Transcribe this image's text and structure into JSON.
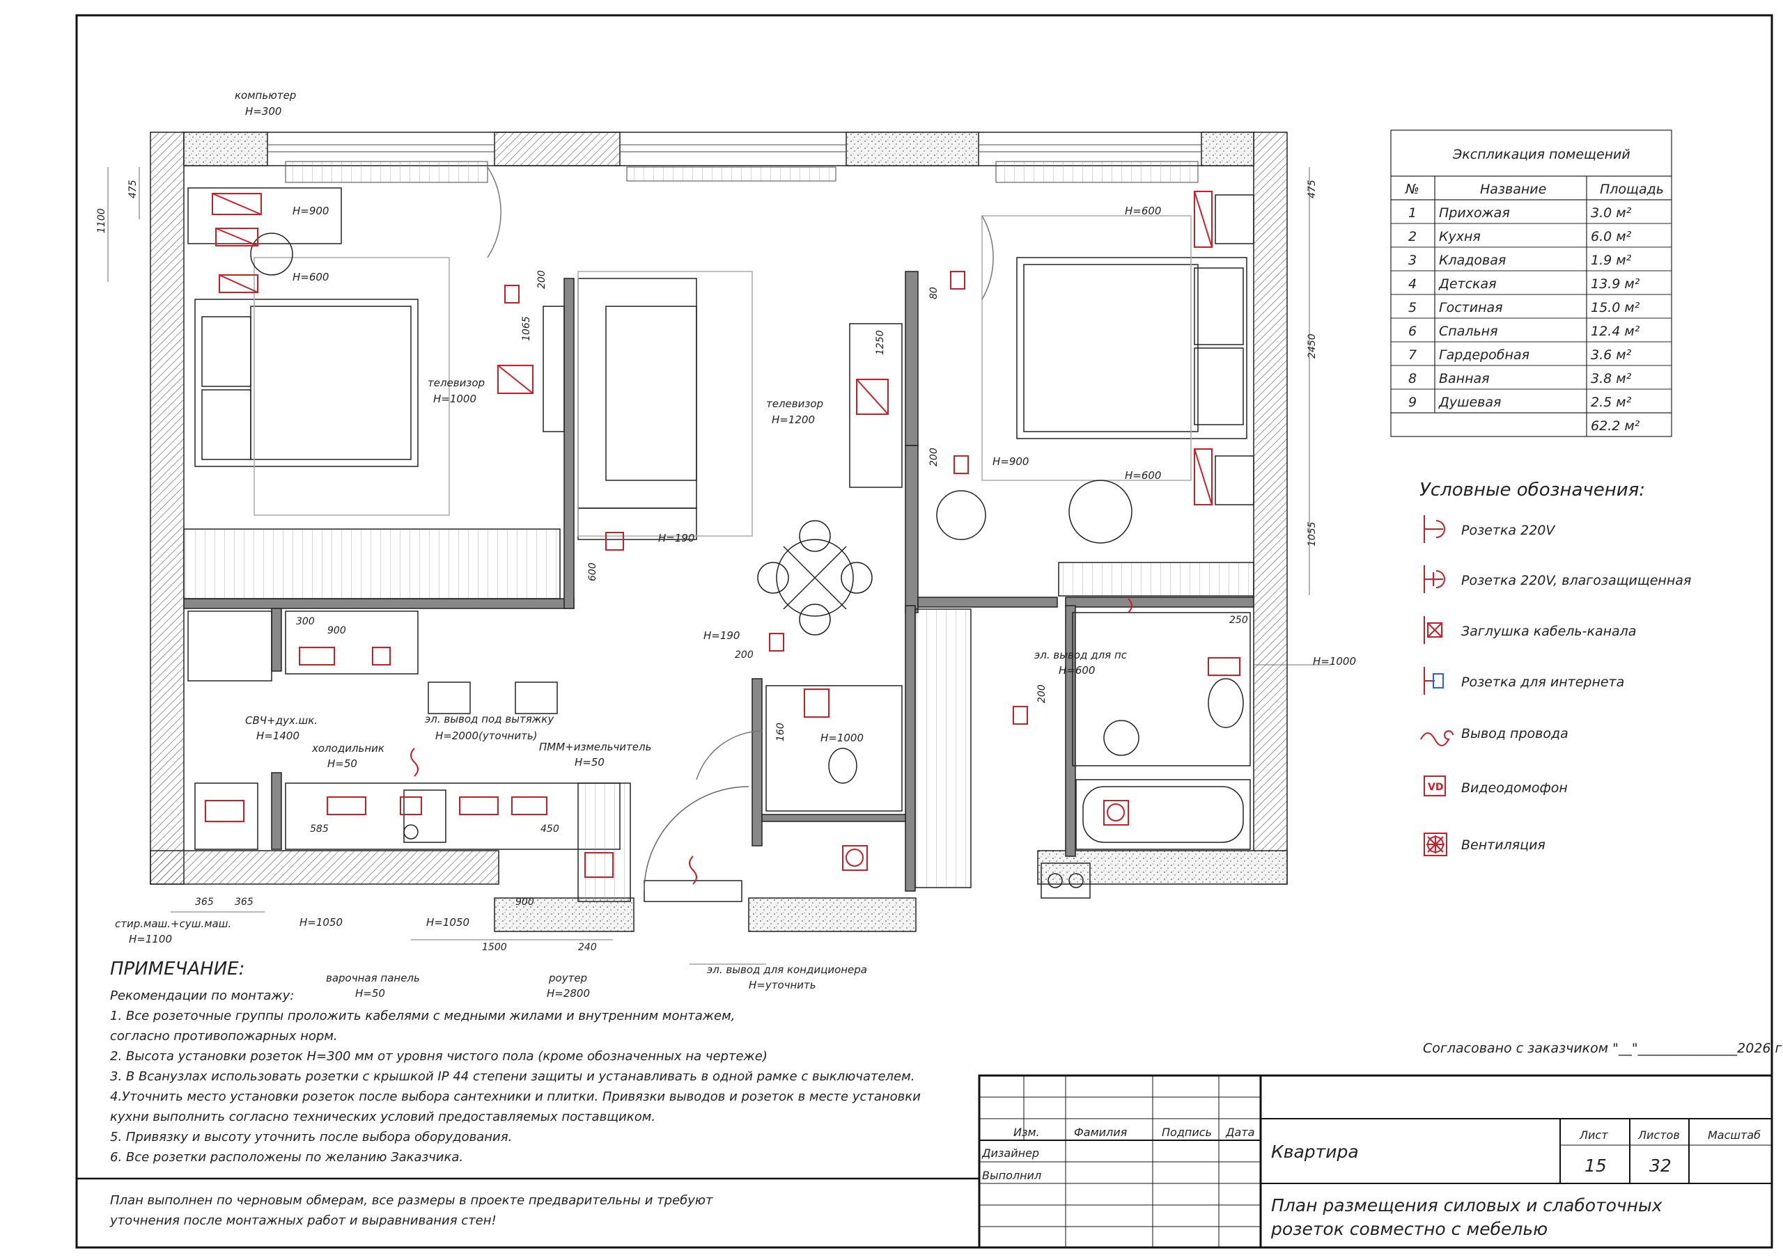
{
  "plan": {
    "labels": {
      "computer": "компьютер",
      "computer_h": "H=300",
      "h900_a": "H=900",
      "h600_a": "H=600",
      "tv1": "телевизор",
      "tv1_h": "H=1000",
      "tv2": "телевизор",
      "tv2_h": "H=1200",
      "h600_b": "H=600",
      "h900_b": "H=900",
      "h600_c": "H=600",
      "h190_a": "H=190",
      "h190_b": "H=190",
      "svch": "СВЧ+дух.шк.",
      "svch_h": "H=1400",
      "fridge": "холодильник",
      "fridge_h": "H=50",
      "hood": "эл. вывод под вытяжку",
      "hood_h": "H=2000(уточнить)",
      "pmm": "ПММ+измельчитель",
      "pmm_h": "H=50",
      "pc_out": "эл. вывод для пс",
      "pc_out_h": "H=600",
      "h1000_a": "H=1000",
      "h1000_b": "H=1000",
      "washer": "стир.маш.+суш.маш.",
      "washer_h": "H=1100",
      "h1050_a": "H=1050",
      "h1050_b": "H=1050",
      "hob": "варочная панель",
      "hob_h": "H=50",
      "router": "роутер",
      "router_h": "H=2800",
      "ac": "эл. вывод для кондиционера",
      "ac_h": "H=уточнить"
    },
    "dims": {
      "d475_l": "475",
      "d1100": "1100",
      "d200_a": "200",
      "d1065": "1065",
      "d600": "600",
      "d300": "300",
      "d900_a": "900",
      "d80": "80",
      "d1250": "1250",
      "d200_b": "200",
      "d200_c": "200",
      "d475_r": "475",
      "d2450": "2450",
      "d1055": "1055",
      "d250": "250",
      "d160": "160",
      "d200_d": "200",
      "d585": "585",
      "d450": "450",
      "d365_a": "365",
      "d365_b": "365",
      "d900_b": "900",
      "d1500": "1500",
      "d240": "240"
    }
  },
  "explication": {
    "title": "Экспликация помещений",
    "headers": [
      "№",
      "Название",
      "Площадь"
    ],
    "rows": [
      [
        "1",
        "Прихожая",
        "3.0 м²"
      ],
      [
        "2",
        "Кухня",
        "6.0 м²"
      ],
      [
        "3",
        "Кладовая",
        "1.9 м²"
      ],
      [
        "4",
        "Детская",
        "13.9 м²"
      ],
      [
        "5",
        "Гостиная",
        "15.0 м²"
      ],
      [
        "6",
        "Спальня",
        "12.4 м²"
      ],
      [
        "7",
        "Гардеробная",
        "3.6 м²"
      ],
      [
        "8",
        "Ванная",
        "3.8 м²"
      ],
      [
        "9",
        "Душевая",
        "2.5 м²"
      ]
    ],
    "total": "62.2 м²"
  },
  "legend": {
    "title": "Условные обозначения:",
    "items": [
      {
        "icon": "socket-220v-icon",
        "label": "Розетка 220V"
      },
      {
        "icon": "socket-waterproof-icon",
        "label": "Розетка 220V, влагозащищенная"
      },
      {
        "icon": "cable-channel-cap-icon",
        "label": "Заглушка кабель-канала"
      },
      {
        "icon": "internet-socket-icon",
        "label": "Розетка для интернета"
      },
      {
        "icon": "wire-outlet-icon",
        "label": "Вывод провода"
      },
      {
        "icon": "videophone-icon",
        "label": "Видеодомофон",
        "glyph": "VD"
      },
      {
        "icon": "ventilation-icon",
        "label": "Вентиляция"
      }
    ]
  },
  "notes": {
    "title": "ПРИМЕЧАНИЕ:",
    "lines": [
      "Рекомендации по монтажу:",
      "1. Все розеточные группы проложить кабелями с медными жилами и внутренним монтажем,",
      "согласно противопожарных норм.",
      "2. Высота установки розеток H=300 мм от уровня чистого пола (кроме обозначенных на чертеже)",
      "3. В Всанузлах использовать розетки с крышкой IP 44 степени защиты и устанавливать в одной рамке с выключателем.",
      "4.Уточнить место установки розеток после выбора сантехники и плитки. Привязки выводов и розеток в месте установки",
      "кухни выполнить согласно технических условий предоставляемых поставщиком.",
      "5. Привязку и высоту уточнить после выбора оборудования.",
      "6. Все розетки расположены по желанию Заказчика."
    ]
  },
  "approval": "Согласовано с заказчиком \"__\"_______________2026 г.",
  "footer": {
    "line1": "План выполнен по черновым обмерам, все размеры в проекте предварительны и требуют",
    "line2": "уточнения после монтажных работ и выравнивания стен!"
  },
  "stamp": {
    "izm": "Изм.",
    "familia": "Фамилия",
    "podpis": "Подпись",
    "data": "Дата",
    "designer": "Дизайнер",
    "vypolnil": "Выполнил",
    "project": "Квартира",
    "title_line1": "План размещения силовых и слаботочных",
    "title_line2": "розеток совместно с мебелью",
    "list_label": "Лист",
    "lists_label": "Листов",
    "scale_label": "Масштаб",
    "list": "15",
    "lists": "32",
    "scale": ""
  },
  "colors": {
    "accent": "#c8202a",
    "line": "#222222",
    "wall": "#d9d9d9"
  }
}
